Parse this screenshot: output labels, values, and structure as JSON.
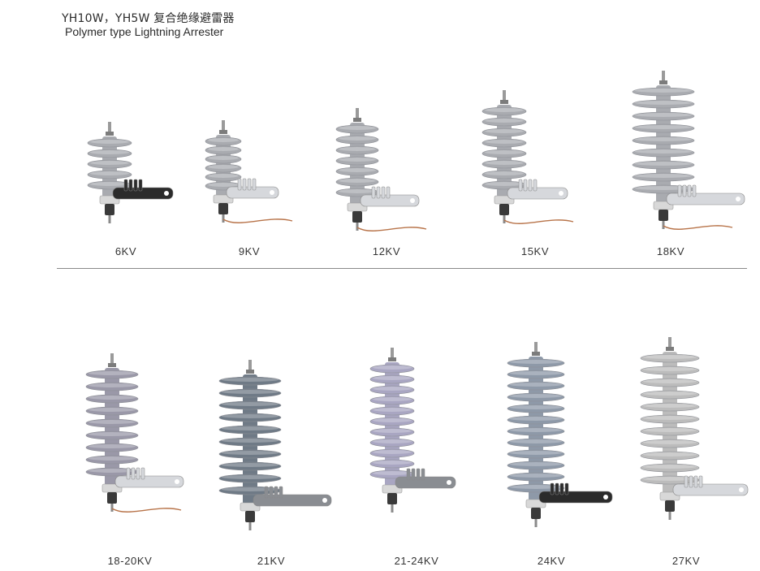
{
  "header": {
    "title_cn": "YH10W，YH5W 复合绝缘避雷器",
    "title_en": "Polymer type Lightning Arrester"
  },
  "colors": {
    "row1_shed": "#a9abb0",
    "row1_shed_dark": "#8e9096",
    "row2_shed_a": "#9a98a8",
    "row2_shed_b": "#6f7a86",
    "row2_shed_c": "#a9a6c2",
    "row2_shed_d": "#8e99a8",
    "row2_shed_e": "#bcbcbc",
    "bracket_light": "#d6d8dc",
    "bracket_black": "#2b2b2b",
    "wire": "#b8744a"
  },
  "products": [
    {
      "label": "6KV",
      "sheds": 5,
      "bracket": "black",
      "wire": false
    },
    {
      "label": "9KV",
      "sheds": 6,
      "bracket": "light",
      "wire": true
    },
    {
      "label": "12KV",
      "sheds": 7,
      "bracket": "light",
      "wire": true
    },
    {
      "label": "15KV",
      "sheds": 8,
      "bracket": "light",
      "wire": true
    },
    {
      "label": "18KV",
      "sheds": 9,
      "bracket": "light",
      "wire": true
    },
    {
      "label": "18-20KV",
      "sheds": 9,
      "bracket": "light",
      "wire": true
    },
    {
      "label": "21KV",
      "sheds": 10,
      "bracket": "grey",
      "wire": false
    },
    {
      "label": "21-24KV",
      "sheds": 11,
      "bracket": "grey",
      "wire": false
    },
    {
      "label": "24KV",
      "sheds": 12,
      "bracket": "black",
      "wire": false
    },
    {
      "label": "27KV",
      "sheds": 11,
      "bracket": "light",
      "wire": false
    }
  ]
}
